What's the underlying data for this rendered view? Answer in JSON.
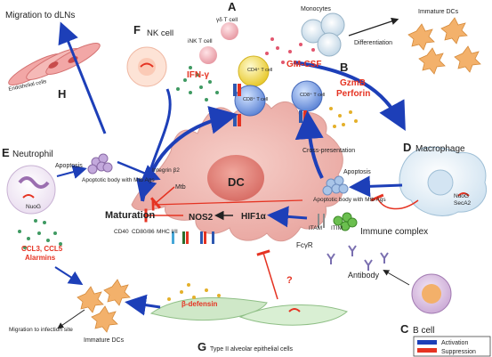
{
  "panels": {
    "A": "A",
    "B": "B",
    "C": "C",
    "D": "D",
    "E": "E",
    "F": "F",
    "G": "G",
    "H": "H"
  },
  "labels": {
    "migration_dlns": "Migration to dLNs",
    "endothelial": "Endothelial cells",
    "nk_cell": "NK cell",
    "gd_t": "γδ T cell",
    "inkt": "iNK T cell",
    "cd4": "CD4⁺ T cell",
    "cd8_left": "CD8⁺ T cell",
    "cd8_right": "CD8⁺ T cell",
    "ifn": "IFN-γ",
    "gmcsf": "GM-CSF",
    "monocytes": "Monocytes",
    "differentiation": "Differentiation",
    "immature_dcs_top": "Immature DCs",
    "gzmb": "GzmB",
    "perforin": "Perforin",
    "macrophage": "Macrophage",
    "cross_presentation": "Cross-presentation",
    "neutrophil": "Neutrophil",
    "apoptosis_left": "Apoptosis",
    "apoptotic_body_left": "Apoptotic body with Mtb Ags",
    "nuog_left": "NuoG",
    "integrin": "Integrin β2",
    "mtb": "Mtb",
    "dc": "DC",
    "maturation": "Maturation",
    "nos2": "NOS2",
    "hif1a": "HIF1α",
    "cd40": "CD40",
    "cd8086": "CD80/86",
    "mhc": "MHC I/II",
    "apoptosis_right": "Apoptosis",
    "nuog_right": "NuoG",
    "secA2": "SecA2",
    "apoptotic_body_right": "Apoptotic body with Mtb Ags",
    "itam_left": "ITAM",
    "itim": "ITIM",
    "fcgr": "FcγR",
    "immune_complex": "Immune complex",
    "ccl": "CCL3, CCL5",
    "alarmins": "Alarmins",
    "question": "?",
    "antibody": "Antibody",
    "b_cell": "B cell",
    "migration_infection": "Migration to infection site",
    "immature_dcs_bottom": "Immature DCs",
    "bdefensin": "β-defensin",
    "type2": "Type II alveolar epithelial cells"
  },
  "legend": {
    "activation": "Activation",
    "suppression": "Suppression",
    "activation_color": "#1d3fb8",
    "suppression_color": "#e53322"
  }
}
